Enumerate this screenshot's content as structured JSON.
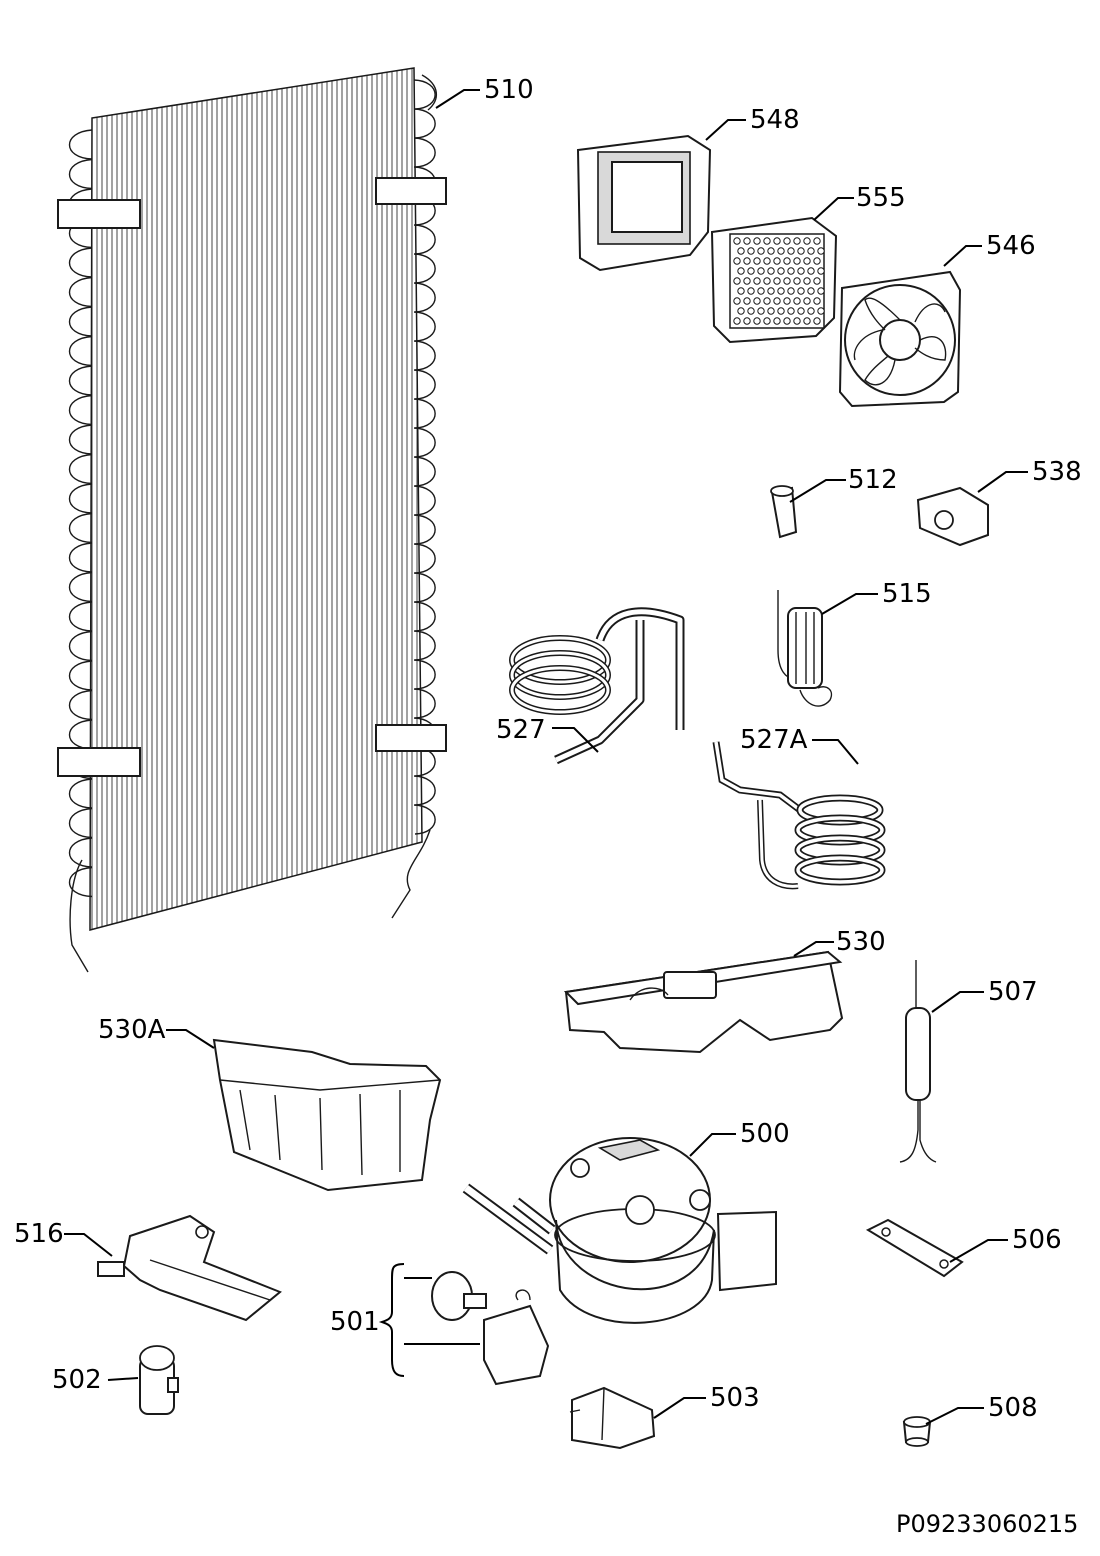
{
  "diagram": {
    "labels": {
      "l510": "510",
      "l548": "548",
      "l555": "555",
      "l546": "546",
      "l512": "512",
      "l538": "538",
      "l515": "515",
      "l527": "527",
      "l527a": "527A",
      "l530": "530",
      "l507": "507",
      "l530a": "530A",
      "l500": "500",
      "l516": "516",
      "l506": "506",
      "l501": "501",
      "l502": "502",
      "l503": "503",
      "l508": "508"
    },
    "drawing_code": "P09233060215"
  }
}
